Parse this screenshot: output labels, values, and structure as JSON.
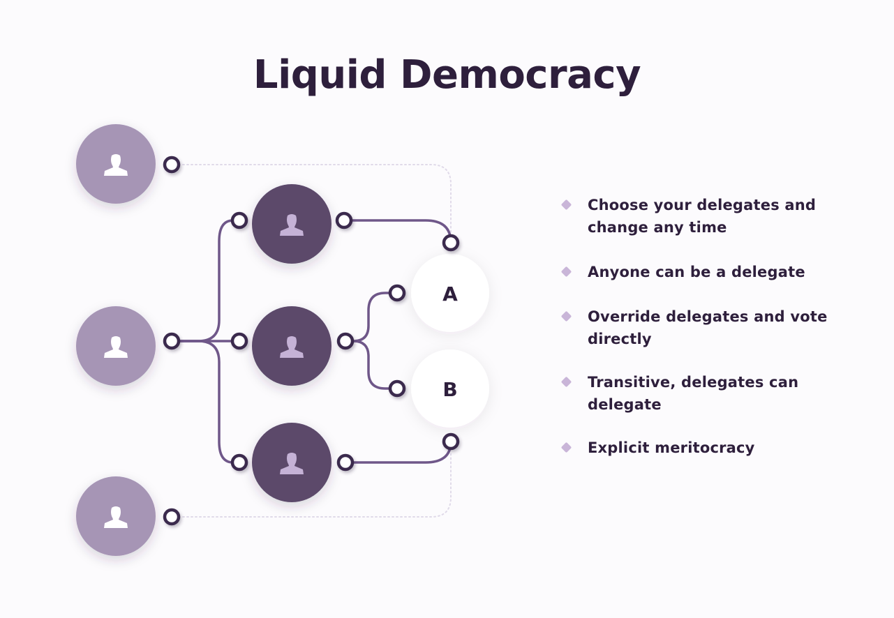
{
  "title": "Liquid Democracy",
  "options": [
    {
      "key": "a",
      "label": "A"
    },
    {
      "key": "b",
      "label": "B"
    }
  ],
  "features": [
    "Choose your delegates and change any time",
    "Anyone can be a delegate",
    "Override delegates and vote directly",
    "Transitive, delegates can delegate",
    "Explicit meritocracy"
  ],
  "colors": {
    "voter": "#a695b5",
    "delegate": "#5c4a6b",
    "line": "#6f5789",
    "dotted": "#e0dae9",
    "bullet": "#c9b5d8",
    "text": "#2e1f3c"
  }
}
